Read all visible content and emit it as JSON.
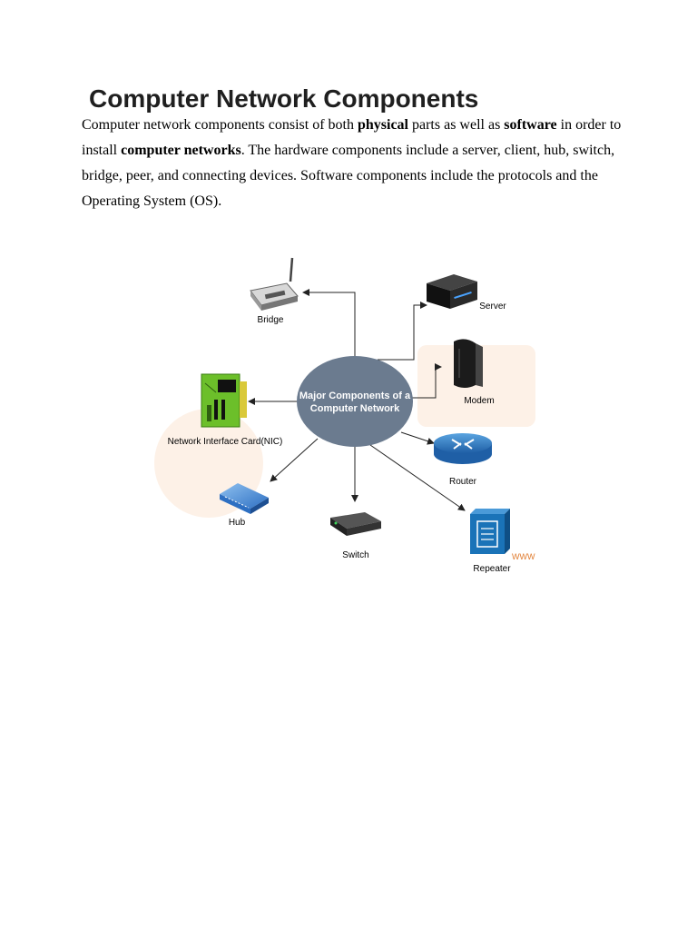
{
  "title": "Computer Network Components",
  "paragraph": {
    "s1": "Computer network components consist of both ",
    "b1": "physical",
    "s2": " parts as well as ",
    "b2": "software",
    "s3": " in order to install ",
    "b3": "computer networks",
    "s4": ". The hardware components include a server, client, hub, switch, bridge, peer, and connecting devices. Software components include the protocols and the Operating System (OS)."
  },
  "diagram": {
    "center_line1": "Major Components of a",
    "center_line2": "Computer Network",
    "center_color": "#6b7b8f",
    "nodes": {
      "bridge": "Bridge",
      "server": "Server",
      "modem": "Modem",
      "nic": "Network Interface Card(NIC)",
      "router": "Router",
      "hub": "Hub",
      "switch": "Switch",
      "repeater": "Repeater"
    },
    "watermark": "WWW",
    "icons": {
      "bridge": "wireless-router-icon",
      "server": "server-icon",
      "modem": "modem-icon",
      "nic": "network-card-icon",
      "router": "router-icon",
      "hub": "hub-icon",
      "switch": "switch-icon",
      "repeater": "repeater-icon"
    }
  }
}
